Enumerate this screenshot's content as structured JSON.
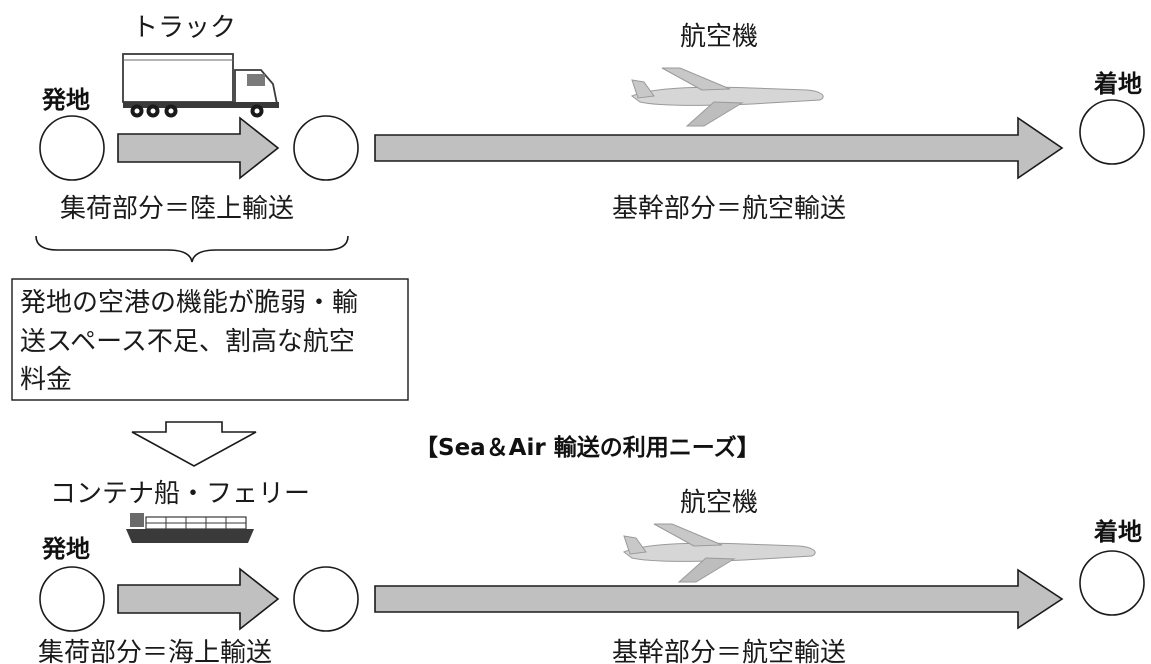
{
  "colors": {
    "arrow_fill": "#c0c0c0",
    "outline": "#1a1a1a",
    "plane_body": "#d6d6d6",
    "truck_body": "#ffffff",
    "ship_hull": "#3a3a3a"
  },
  "top_route": {
    "vehicle_label": "トラック",
    "vehicle_icon": "truck-icon",
    "origin_label": "発地",
    "plane_label": "航空機",
    "plane_icon": "airplane-icon",
    "destination_label": "着地",
    "first_leg_label": "集荷部分＝陸上輸送",
    "trunk_leg_label": "基幹部分＝航空輸送"
  },
  "note": {
    "lines": [
      "発地の空港の機能が脆弱・輸",
      "送スペース不足、割高な航空",
      "料金"
    ]
  },
  "heading": "【Sea＆Air 輸送の利用ニーズ】",
  "bottom_route": {
    "vehicle_label": "コンテナ船・フェリー",
    "vehicle_icon": "container-ship-icon",
    "origin_label": "発地",
    "plane_label": "航空機",
    "plane_icon": "airplane-icon",
    "destination_label": "着地",
    "first_leg_label": "集荷部分＝海上輸送",
    "trunk_leg_label": "基幹部分＝航空輸送"
  }
}
